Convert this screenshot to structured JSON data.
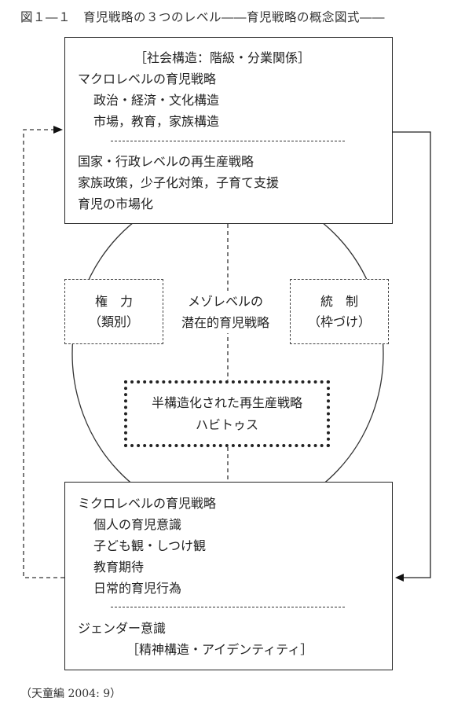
{
  "caption": "図１―１　育児戦略の３つのレベル――育児戦略の概念図式――",
  "macro": {
    "bracket_title": "［社会構造：階級・分業関係］",
    "heading": "マクロレベルの育児戦略",
    "items": [
      "政治・経済・文化構造",
      "市場，教育，家族構造"
    ],
    "state_heading": "国家・行政レベルの再生産戦略",
    "state_items": [
      "家族政策，少子化対策，子育て支援",
      "育児の市場化"
    ]
  },
  "power": {
    "label": "権　力",
    "sub": "（類別）"
  },
  "meso": {
    "line1": "メゾレベルの",
    "line2": "潜在的育児戦略"
  },
  "control": {
    "label": "統　制",
    "sub": "（枠づけ）"
  },
  "habitus": {
    "line1": "半構造化された再生産戦略",
    "line2": "ハビトゥス"
  },
  "micro": {
    "heading": "ミクロレベルの育児戦略",
    "items": [
      "個人の育児意識",
      "子ども観・しつけ観",
      "教育期待",
      "日常的育児行為"
    ],
    "gender": "ジェンダー意識",
    "bracket_footer": "［精神構造・アイデンティティ］"
  },
  "source": "（天童編 2004: 9）"
}
